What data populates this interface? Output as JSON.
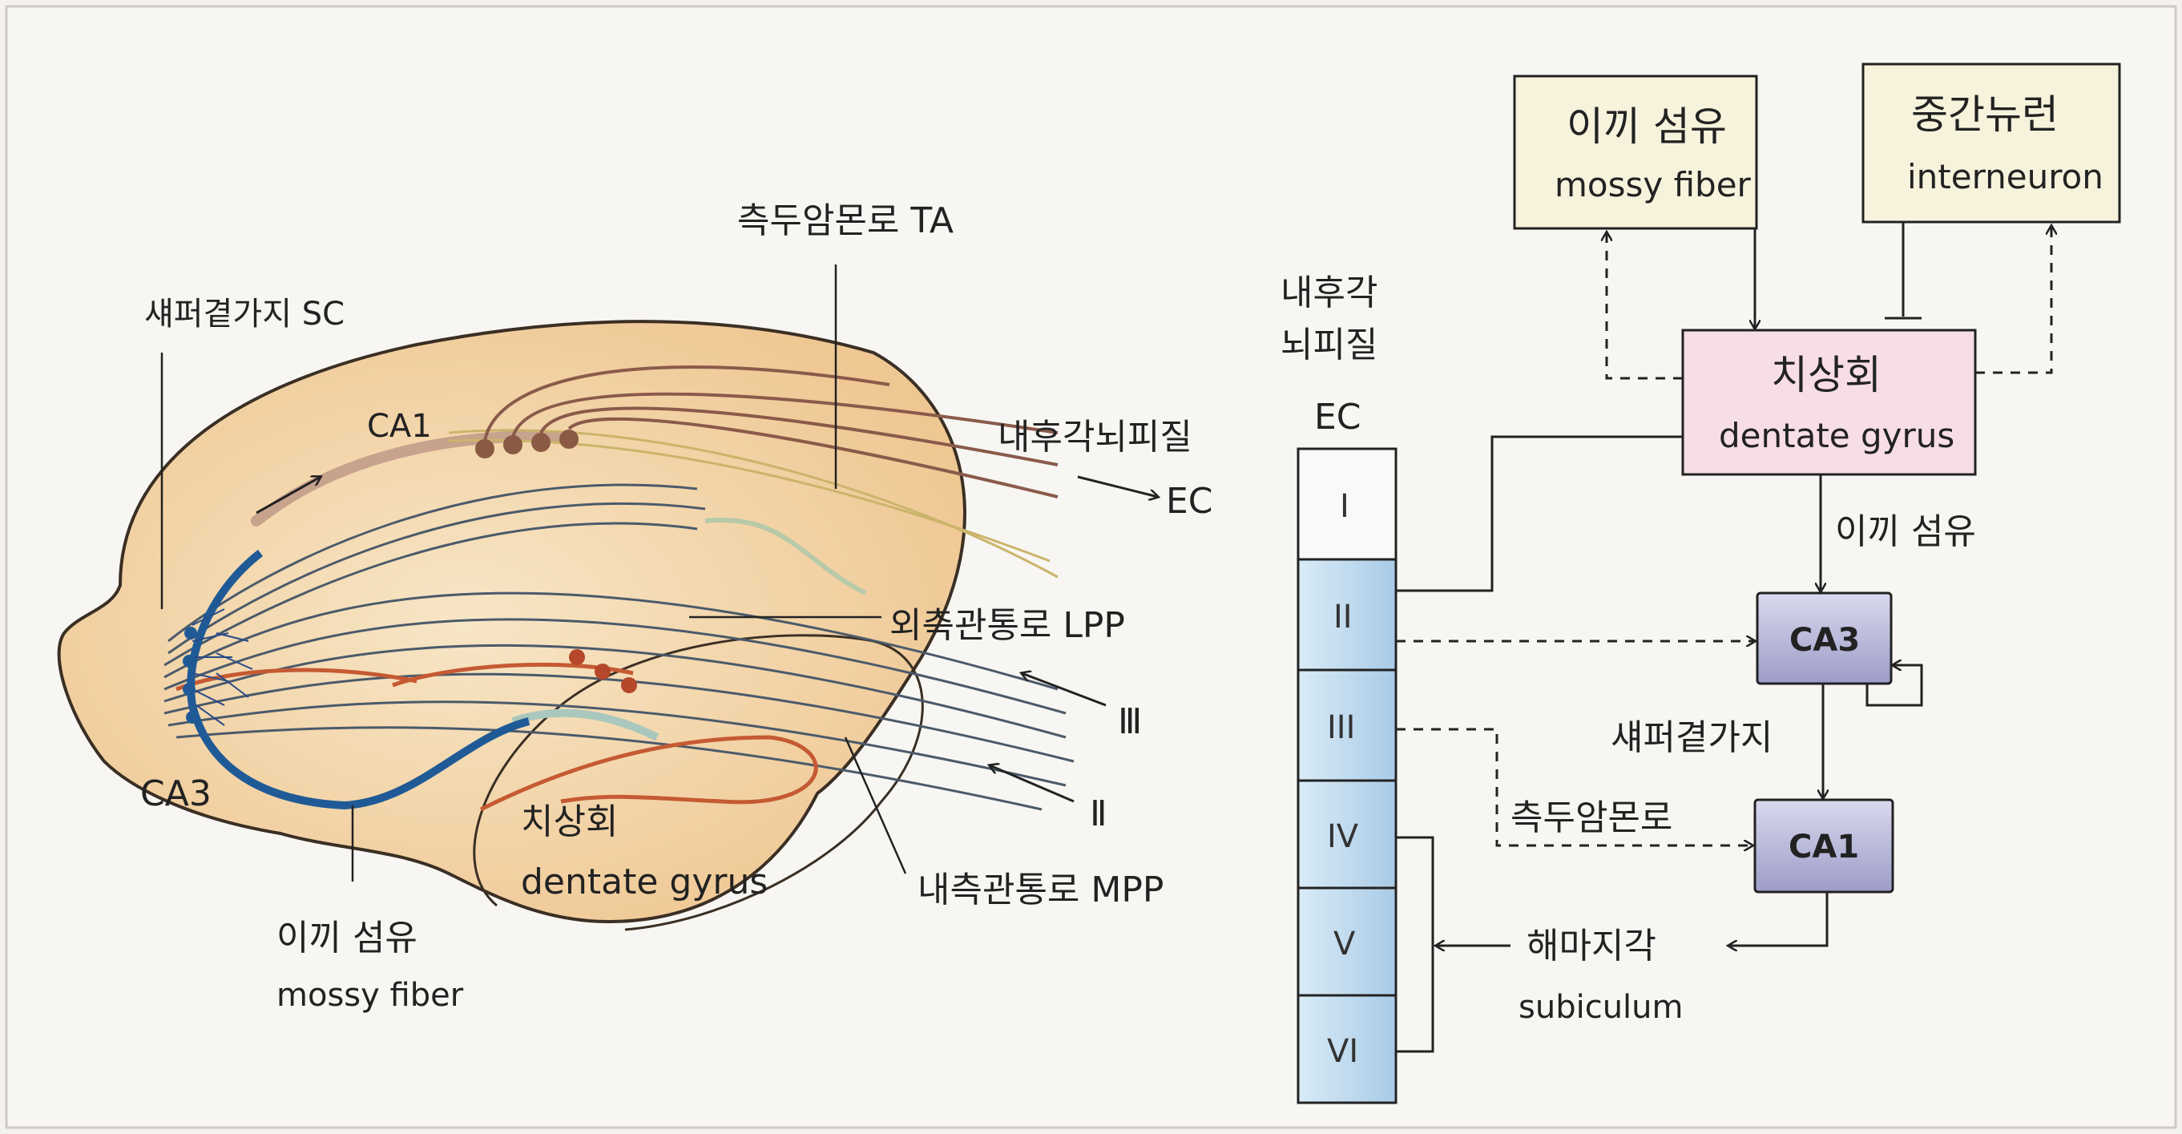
{
  "left_panel": {
    "labels": {
      "ta": "측두암몬로  TA",
      "sc": "섀퍼곁가지 SC",
      "ca1": "CA1",
      "ec_ko": "내후각뇌피질",
      "ec": "EC",
      "lpp": "외측관통로  LPP",
      "layer3": "Ⅲ",
      "layer2": "Ⅱ",
      "ca3": "CA3",
      "dg_ko": "치상회",
      "dg_en": "dentate gyrus",
      "mpp": "내측관통로  MPP",
      "mossy_ko": "이끼 섬유",
      "mossy_en": "mossy fiber"
    }
  },
  "right_panel": {
    "ec_column": {
      "title_line1": "내후각",
      "title_line2": "뇌피질",
      "title_line3": "EC",
      "layers": [
        "I",
        "II",
        "III",
        "IV",
        "V",
        "VI"
      ]
    },
    "boxes": {
      "mossy": {
        "ko": "이끼 섬유",
        "en": "mossy fiber"
      },
      "interneuron": {
        "ko": "중간뉴런",
        "en": "interneuron"
      },
      "dentate": {
        "ko": "치상회",
        "en": "dentate gyrus"
      },
      "ca3": "CA3",
      "ca1": "CA1"
    },
    "edge_labels": {
      "mossy_fiber": "이끼 섬유",
      "schaffer": "섀퍼곁가지",
      "temporoammonic": "측두암몬로",
      "subiculum_ko": "해마지각",
      "subiculum_en": "subiculum"
    }
  },
  "colors": {
    "hippocampus_fill": "#f3d7a7",
    "ca1_fiber": "#a9735a",
    "dentate_fiber": "#c75a34",
    "mossy_fiber": "#1f5a96",
    "pathway_line": "#5a6a7a",
    "box_yellow": "#f5f0d9",
    "box_pink": "#f6dce8",
    "node_purple": "#b7b7d9",
    "layer_blue": "#c6def0"
  }
}
